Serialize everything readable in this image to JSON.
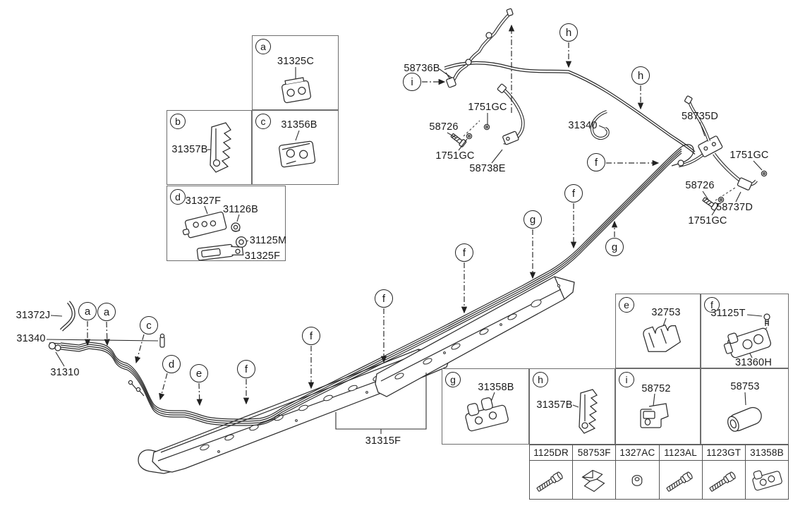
{
  "page": {
    "background": "#ffffff",
    "line_color": "#2d2d2d",
    "box_border": "#6e6e6e"
  },
  "callout_letters": {
    "a": "a",
    "b": "b",
    "c": "c",
    "d": "d",
    "e": "e",
    "f": "f",
    "g": "g",
    "h": "h",
    "i": "i"
  },
  "insets": {
    "a": {
      "letter": "a",
      "part": "31325C"
    },
    "b": {
      "letter": "b",
      "part": "31357B"
    },
    "c": {
      "letter": "c",
      "part": "31356B"
    },
    "d": {
      "letter": "d",
      "part1": "31327F",
      "part2": "31126B",
      "part3": "31125M",
      "part4": "31325F"
    },
    "e": {
      "letter": "e",
      "part": "32753"
    },
    "f": {
      "letter": "f",
      "part1": "31125T",
      "part2": "31360H"
    },
    "g": {
      "letter": "g",
      "part": "31358B"
    },
    "h": {
      "letter": "h",
      "part": "31357B"
    },
    "i": {
      "letter": "i",
      "part": "58752"
    },
    "extra": {
      "part": "58753"
    }
  },
  "fasteners": {
    "c1": "1125DR",
    "c2": "58753F",
    "c3": "1327AC",
    "c4": "1123AL",
    "c5": "1123GT",
    "c6": "31358B"
  },
  "labels": {
    "tube_58736B": "58736B",
    "washer_1751GC_top": "1751GC",
    "bolt_58726_left": "58726",
    "washer_1751GC_mid": "1751GC",
    "hose_58738E": "58738E",
    "pipe_31340_top": "31340",
    "pipe_58735D": "58735D",
    "washer_1751GC_right_upper": "1751GC",
    "bolt_58726_right": "58726",
    "hose_58737D": "58737D",
    "washer_1751GC_right_lower": "1751GC",
    "hose_31372J": "31372J",
    "pipe_31340_left": "31340",
    "tube_31310": "31310",
    "sill_31315F": "31315F"
  }
}
